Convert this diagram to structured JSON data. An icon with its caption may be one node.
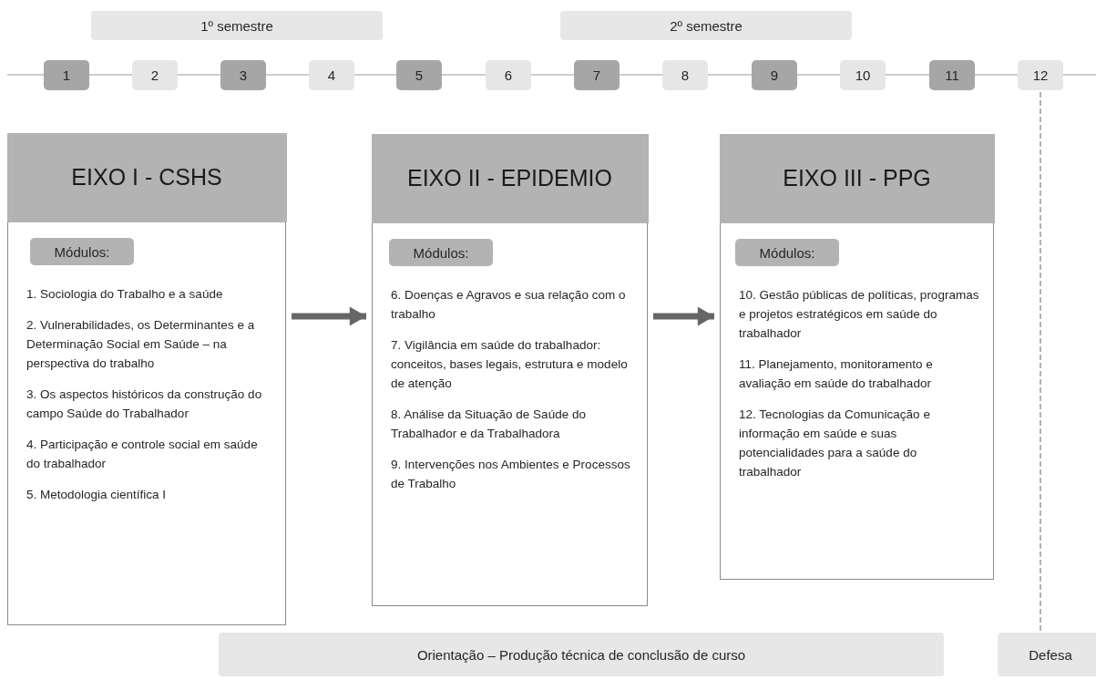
{
  "diagram": {
    "nodes": [
      {
        "text": [
          "1º semestre"
        ]
      },
      {
        "text": [
          "2º semestre"
        ]
      },
      {
        "text": [
          "1"
        ]
      },
      {
        "text": [
          "2"
        ]
      },
      {
        "text": [
          "3"
        ]
      },
      {
        "text": [
          "4"
        ]
      },
      {
        "text": [
          "5"
        ]
      },
      {
        "text": [
          "6"
        ]
      },
      {
        "text": [
          "7"
        ]
      },
      {
        "text": [
          "8"
        ]
      },
      {
        "text": [
          "9"
        ]
      },
      {
        "text": [
          "10"
        ]
      },
      {
        "text": [
          "11"
        ]
      },
      {
        "text": [
          "12"
        ]
      },
      {
        "text": [
          "EIXO I - CSHS",
          "1. Sociologia do Trabalho e a saúde",
          "2. Vulnerabilidades, os Determinantes e a Determinação Social em Saúde – na perspectiva do trabalho",
          "3. Os aspectos históricos da construção do campo Saúde do Trabalhador",
          "4. Participação e controle social em saúde do trabalhador",
          "5. Metodologia científica I"
        ]
      },
      {
        "text": [
          "Módulos:"
        ],
        "in": 14
      },
      {
        "text": [
          "EIXO II - EPIDEMIO",
          "6. Doenças e Agravos e sua relação com o trabalho",
          "7. Vigilância em saúde do trabalhador: conceitos, bases legais, estrutura e modelo de atenção",
          "8. Análise da Situação de Saúde do Trabalhador e da Trabalhadora",
          "9. Intervenções nos Ambientes e Processos de Trabalho"
        ]
      },
      {
        "text": [
          "Módulos:"
        ],
        "in": 16
      },
      {
        "text": [
          "EIXO III - PPG",
          "10. Gestão públicas de políticas, programas e projetos estratégicos em saúde do trabalhador",
          "11. Planejamento, monitoramento e avaliação em saúde do trabalhador",
          "12. Tecnologias da Comunicação e informação em saúde e suas potencialidades para a saúde do trabalhador"
        ]
      },
      {
        "text": [
          "Módulos:"
        ],
        "in": 18
      },
      {
        "text": [
          "Orientação – Produção técnica de conclusão de curso"
        ]
      },
      {
        "text": [
          "Defesa"
        ]
      }
    ],
    "edges": [
      {
        "from": 14,
        "to": 16,
        "arrow": "to"
      },
      {
        "from": 16,
        "to": 18,
        "arrow": "to"
      },
      {
        "from": 13,
        "to": 21,
        "arrow": "none",
        "style": "dashed"
      }
    ]
  }
}
